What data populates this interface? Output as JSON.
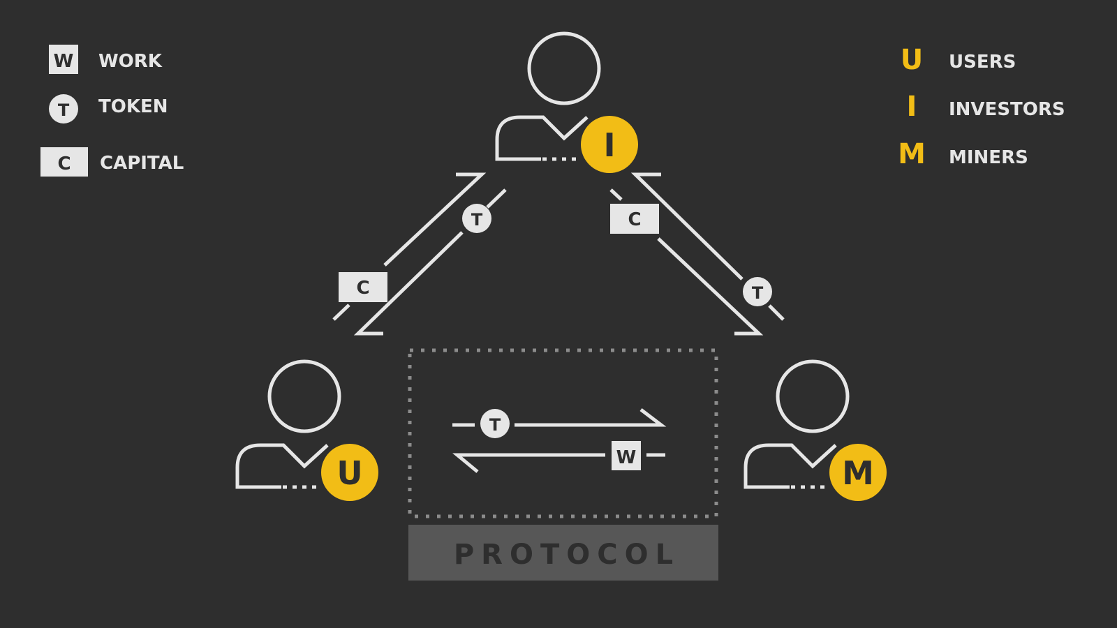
{
  "colors": {
    "background": "#2e2e2e",
    "line": "#e6e6e6",
    "accent": "#f2bd16",
    "protocol_box": "#575757"
  },
  "legend_left": [
    {
      "icon": "W",
      "label": "WORK"
    },
    {
      "icon": "T",
      "label": "TOKEN"
    },
    {
      "icon": "C",
      "label": "CAPITAL"
    }
  ],
  "legend_right": [
    {
      "letter": "U",
      "label": "USERS"
    },
    {
      "letter": "I",
      "label": "INVESTORS"
    },
    {
      "letter": "M",
      "label": "MINERS"
    }
  ],
  "nodes": {
    "investor": {
      "badge": "I"
    },
    "user": {
      "badge": "U"
    },
    "miner": {
      "badge": "M"
    }
  },
  "flows": {
    "left_token": "T",
    "left_capital": "C",
    "right_capital": "C",
    "right_token": "T",
    "protocol_token": "T",
    "protocol_work": "W"
  },
  "protocol": {
    "label": "PROTOCOL"
  }
}
